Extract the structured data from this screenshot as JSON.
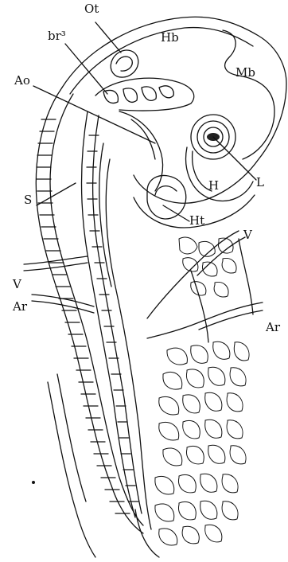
{
  "figure": {
    "labels": {
      "ot": "Ot",
      "br3": "br³",
      "hb": "Hb",
      "mb": "Mb",
      "ao": "Ao",
      "l": "L",
      "h": "H",
      "ht": "Ht",
      "s": "S",
      "v_left": "V",
      "v_right": "V",
      "ar_left": "Ar",
      "ar_right": "Ar"
    },
    "ink_color": "#111111",
    "background_color": "#ffffff"
  }
}
